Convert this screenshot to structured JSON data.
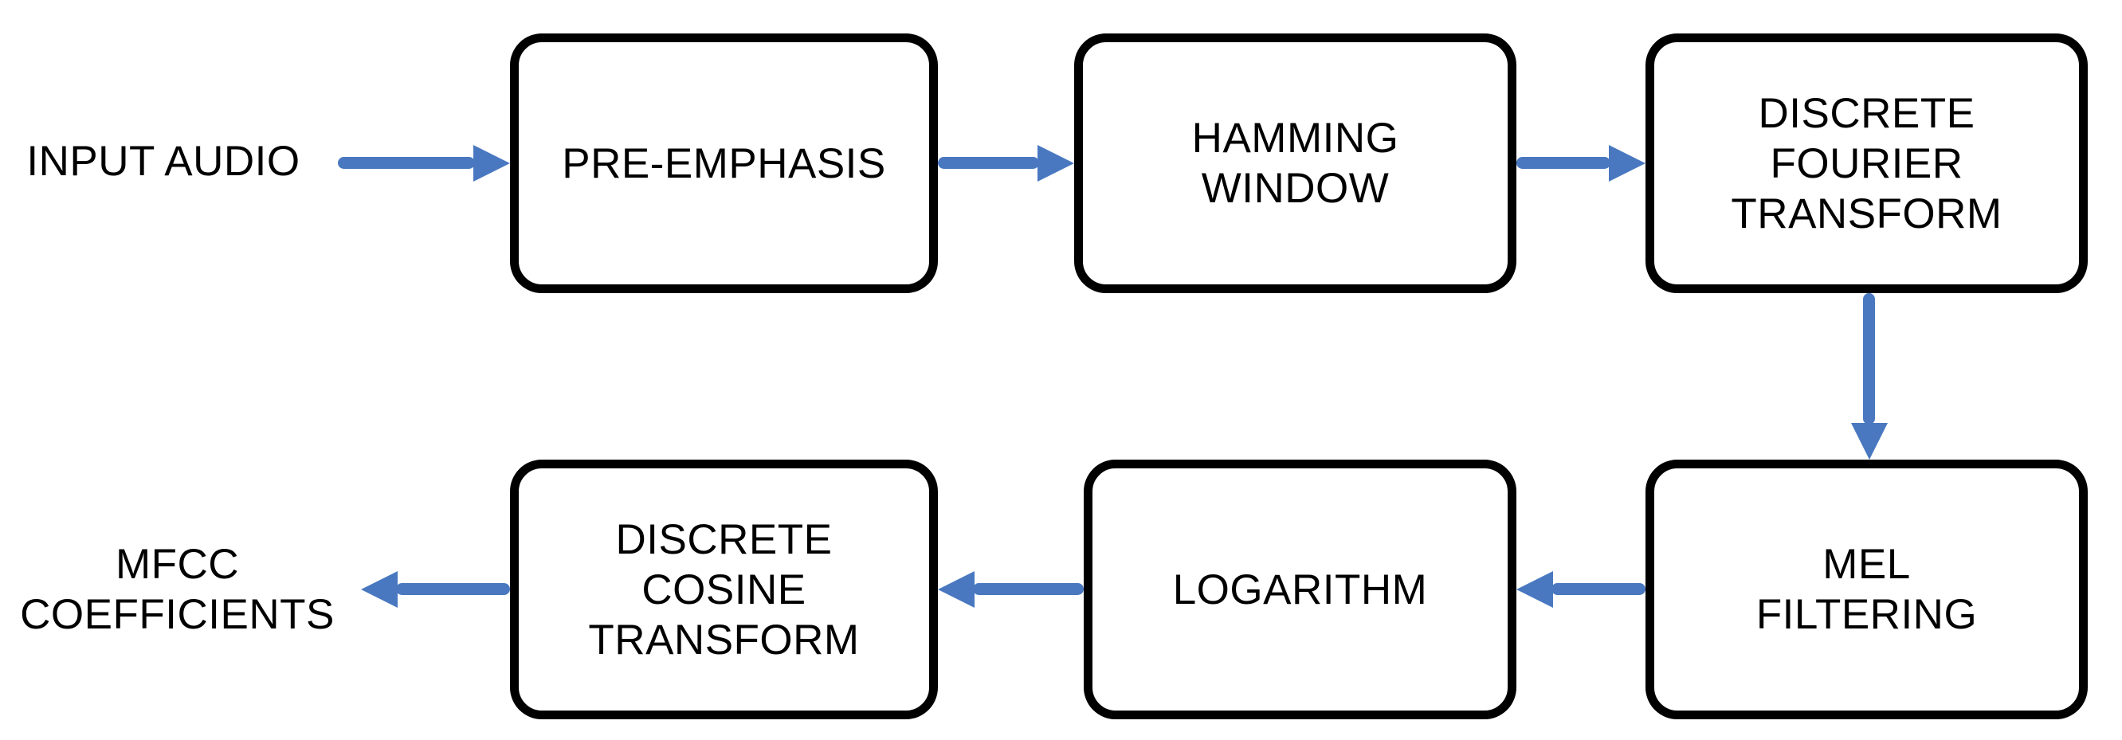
{
  "diagram": {
    "type": "flowchart",
    "colors": {
      "background": "#ffffff",
      "box_border": "#000000",
      "box_fill": "#ffffff",
      "text": "#000000",
      "arrow": "#4978c0"
    },
    "nodes": {
      "input_label": "INPUT AUDIO",
      "pre_emphasis": "PRE-EMPHASIS",
      "hamming": "HAMMING\nWINDOW",
      "dft": "DISCRETE\nFOURIER\nTRANSFORM",
      "mel": "MEL\nFILTERING",
      "log": "LOGARITHM",
      "dct": "DISCRETE\nCOSINE\nTRANSFORM",
      "output_label": "MFCC\nCOEFFICIENTS"
    },
    "edges": [
      {
        "from": "INPUT AUDIO",
        "to": "PRE-EMPHASIS",
        "direction": "right"
      },
      {
        "from": "PRE-EMPHASIS",
        "to": "HAMMING WINDOW",
        "direction": "right"
      },
      {
        "from": "HAMMING WINDOW",
        "to": "DISCRETE FOURIER TRANSFORM",
        "direction": "right"
      },
      {
        "from": "DISCRETE FOURIER TRANSFORM",
        "to": "MEL FILTERING",
        "direction": "down"
      },
      {
        "from": "MEL FILTERING",
        "to": "LOGARITHM",
        "direction": "left"
      },
      {
        "from": "LOGARITHM",
        "to": "DISCRETE COSINE TRANSFORM",
        "direction": "left"
      },
      {
        "from": "DISCRETE COSINE TRANSFORM",
        "to": "MFCC COEFFICIENTS",
        "direction": "left"
      }
    ]
  }
}
